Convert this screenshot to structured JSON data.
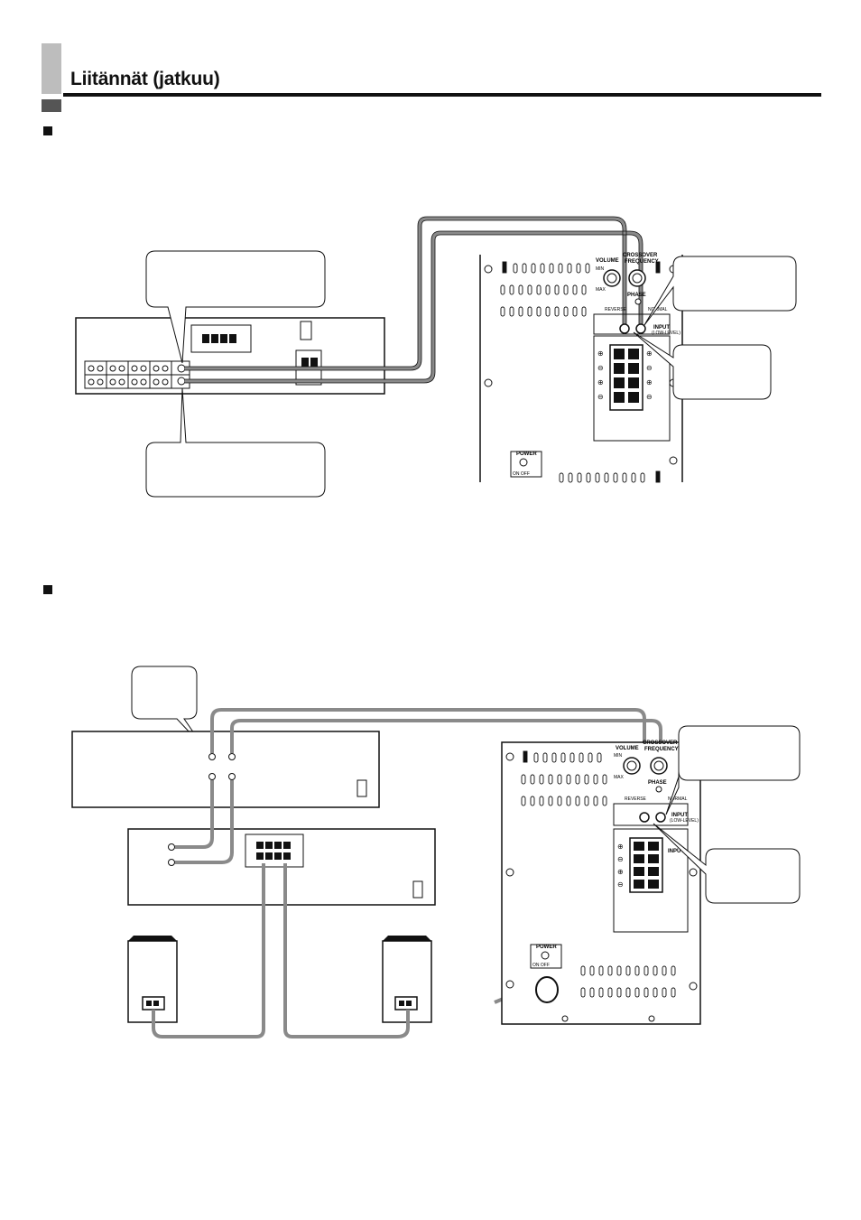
{
  "page": {
    "title": "Liitännät (jatkuu)"
  },
  "diagram1": {
    "labels": {
      "volume": "VOLUME",
      "crossover": "CROSSOVER",
      "frequency": "FREQUENCY",
      "min": "MIN",
      "max": "MAX",
      "phase": "PHASE",
      "reverse": "REVERSE",
      "normal": "NORMAL",
      "input": "INPUT",
      "low_level": "(LOW-LEVEL)",
      "power": "POWER",
      "on_off": "ON  OFF"
    }
  },
  "diagram2": {
    "labels": {
      "volume": "VOLUME",
      "crossover": "CROSSOVER",
      "frequency": "FREQUENCY",
      "min": "MIN",
      "max": "MAX",
      "phase": "PHASE",
      "reverse": "REVERSE",
      "normal": "NORMAL",
      "input": "INPUT",
      "low_level": "(LOW-LEVEL)",
      "input_high": "INPUT",
      "power": "POWER",
      "on_off": "ON  OFF"
    }
  },
  "colors": {
    "cable": "#8a8a8a",
    "ink": "#111111",
    "title_bar": "#bdbdbd"
  }
}
